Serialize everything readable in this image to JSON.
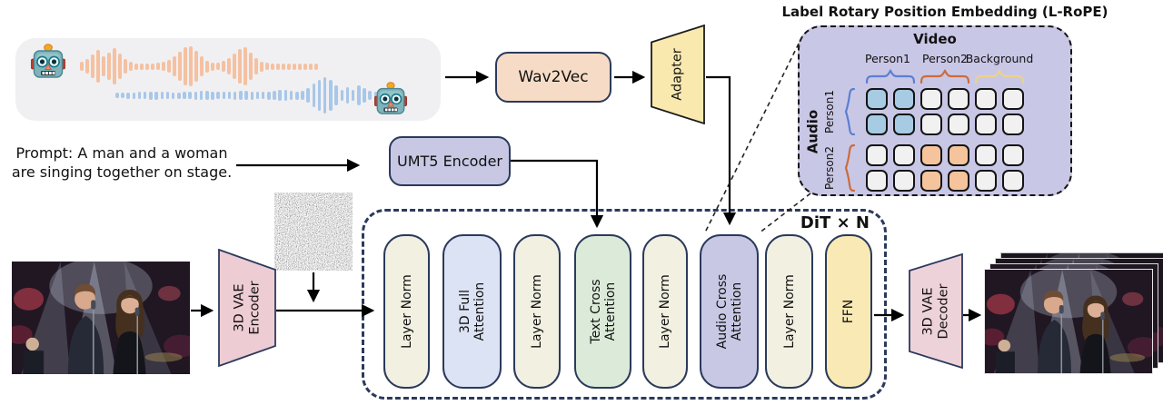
{
  "colors": {
    "navy_border": "#2b3a5c",
    "peach": "#f6dcc6",
    "yellow": "#f9e9ae",
    "lavender": "#c8c8e5",
    "pink": "#edccd4",
    "pink_dec": "#eed2da",
    "cream": "#f1f0e1",
    "light_blue": "#dce3f4",
    "light_green": "#dcebd9",
    "light_yellow": "#f9e9b4",
    "lrope_bg": "#c9c7e6",
    "cell_default": "#f1f1f1",
    "cell_blue": "#a6cbe3",
    "cell_orange": "#f6c49c",
    "wave_orange": "#f5c1a1",
    "wave_blue": "#a9c7e8",
    "panel_gray": "#f0f0f2"
  },
  "audio_panel": {
    "speaker_icon": "robot-icon",
    "waveform_person1": [
      10,
      16,
      26,
      36,
      22,
      30,
      40,
      28,
      16,
      10,
      7,
      7,
      7,
      7,
      8,
      10,
      14,
      22,
      32,
      42,
      44,
      34,
      22,
      13,
      9,
      8,
      12,
      18,
      28,
      38,
      42,
      30,
      18,
      11,
      8,
      7,
      7,
      7,
      7,
      7,
      7,
      7,
      7,
      7
    ],
    "waveform_person2": [
      6,
      6,
      7,
      7,
      8,
      8,
      9,
      9,
      8,
      8,
      7,
      7,
      8,
      8,
      9,
      10,
      10,
      9,
      8,
      8,
      8,
      9,
      10,
      10,
      9,
      8,
      8,
      9,
      10,
      12,
      12,
      10,
      9,
      10,
      16,
      26,
      34,
      40,
      34,
      22,
      12,
      18,
      12,
      22,
      16,
      10,
      8,
      7,
      6,
      6
    ]
  },
  "prompt": {
    "text": "Prompt: A man and a woman are singing together on stage."
  },
  "blocks": {
    "wav2vec": "Wav2Vec",
    "adapter": "Adapter",
    "umt5": "UMT5 Encoder",
    "vae_encoder": "3D VAE Encoder",
    "vae_decoder": "3D VAE Decoder",
    "dit_label": "DiT × N",
    "pills": [
      {
        "label": "Layer Norm",
        "color": "cream"
      },
      {
        "label": "3D Full Attention",
        "color": "light_blue"
      },
      {
        "label": "Layer Norm",
        "color": "cream"
      },
      {
        "label": "Text Cross Attention",
        "color": "light_green"
      },
      {
        "label": "Layer Norm",
        "color": "cream"
      },
      {
        "label": "Audio Cross Attention",
        "color": "lavender"
      },
      {
        "label": "Layer Norm",
        "color": "cream"
      },
      {
        "label": "FFN",
        "color": "light_yellow"
      }
    ]
  },
  "lrope": {
    "title": "Label Rotary Position Embedding (L-RoPE)",
    "video_label": "Video",
    "audio_label": "Audio",
    "col_groups": [
      {
        "label": "Person1",
        "color": "#5b7fd0"
      },
      {
        "label": "Person2",
        "color": "#cd6b3b"
      },
      {
        "label": "Background",
        "color": "#ecd289"
      }
    ],
    "row_groups": [
      {
        "label": "Person1",
        "color": "#5b7fd0"
      },
      {
        "label": "Person2",
        "color": "#cd6b3b"
      }
    ],
    "grid": [
      [
        1,
        1,
        0,
        0,
        0,
        0
      ],
      [
        1,
        1,
        0,
        0,
        0,
        0
      ],
      [
        0,
        0,
        2,
        2,
        0,
        0
      ],
      [
        0,
        0,
        2,
        2,
        0,
        0
      ]
    ]
  }
}
